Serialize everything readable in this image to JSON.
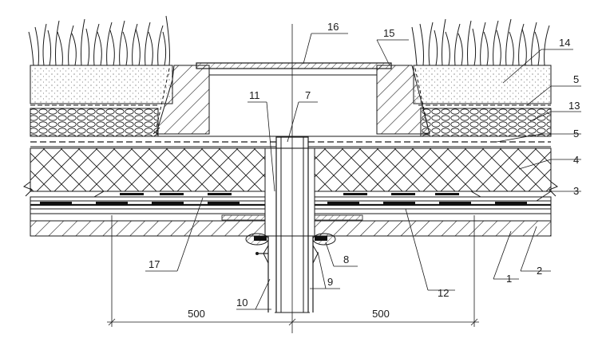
{
  "callouts": [
    "1",
    "2",
    "3",
    "4",
    "5",
    "5",
    "7",
    "8",
    "9",
    "10",
    "11",
    "12",
    "13",
    "14",
    "15",
    "16",
    "17"
  ],
  "dimensions": [
    "500",
    "500"
  ],
  "colors": {
    "ink": "#1a1a1a",
    "paper": "#ffffff",
    "soil_dots": "#555555"
  }
}
